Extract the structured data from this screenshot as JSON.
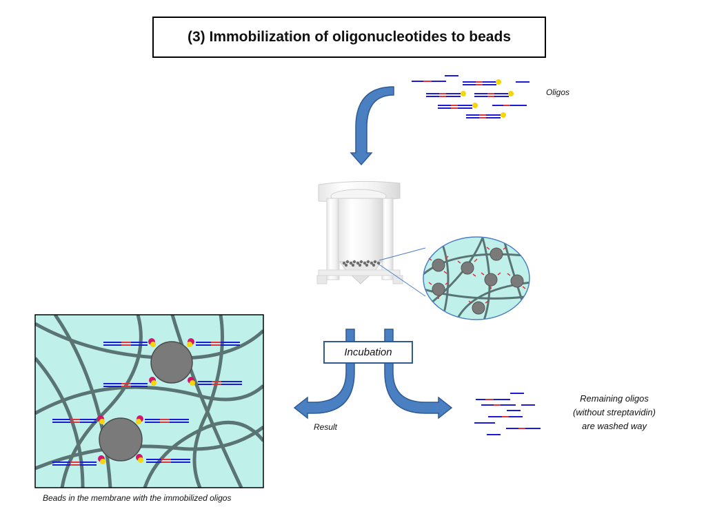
{
  "title": "(3) Immobilization of oligonucleotides to beads",
  "labels": {
    "oligos": "Oligos",
    "incubation": "Incubation",
    "result": "Result",
    "remaining_line1": "Remaining oligos",
    "remaining_line2": "(without streptavidin)",
    "remaining_line3": "are washed way",
    "beads_caption": "Beads in the membrane with the immobilized oligos"
  },
  "colors": {
    "oligo_strand": "#1a1ad6",
    "oligo_marker": "#e0303a",
    "biotin": "#f5d60a",
    "streptavidin": "#d4146e",
    "arrow_fill": "#4a7fc1",
    "arrow_stroke": "#2e5a94",
    "membrane_bg": "#bff0ea",
    "fiber": "#5a7474",
    "bead": "#7a7a7a"
  },
  "icons": [
    "curved-arrow-icon",
    "spin-column-icon",
    "zoom-lens-icon",
    "split-arrow-icon",
    "oligo-icon",
    "bead-icon"
  ]
}
